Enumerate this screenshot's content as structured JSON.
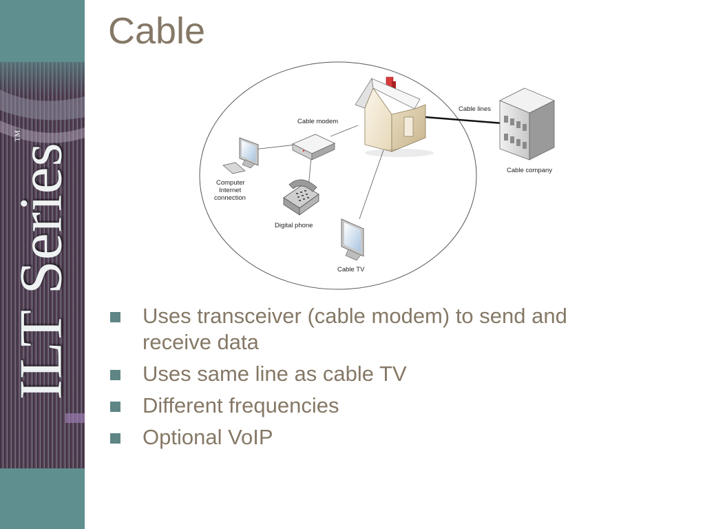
{
  "brand": {
    "text": "ILT Series",
    "trademark": "™",
    "band_color": "#5f8f8f"
  },
  "slide": {
    "title": "Cable",
    "title_color": "#857866"
  },
  "diagram": {
    "labels": {
      "cable_modem": "Cable modem",
      "cable_lines": "Cable lines",
      "cable_company": "Cable company",
      "computer_1": "Computer",
      "computer_2": "Internet",
      "computer_3": "connection",
      "digital_phone": "Digital phone",
      "cable_tv": "Cable TV"
    },
    "nodes": [
      "house",
      "cable-modem",
      "computer",
      "digital-phone",
      "cable-tv",
      "cable-company"
    ],
    "edges": [
      [
        "cable-modem",
        "house"
      ],
      [
        "computer",
        "cable-modem"
      ],
      [
        "digital-phone",
        "cable-modem"
      ],
      [
        "cable-tv",
        "house"
      ],
      [
        "house",
        "cable-company"
      ]
    ]
  },
  "bullets": [
    {
      "text": "Uses transceiver (cable modem) to send and receive data"
    },
    {
      "text": "Uses same line as cable TV"
    },
    {
      "text": "Different frequencies"
    },
    {
      "text": "Optional VoIP"
    }
  ]
}
